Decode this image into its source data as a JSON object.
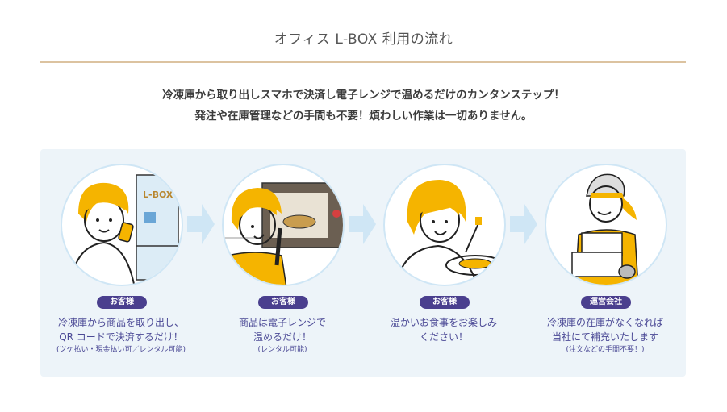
{
  "header": {
    "title": "オフィス L-BOX 利用の流れ"
  },
  "lead": {
    "line1": "冷凍庫から取り出しスマホで決済し電子レンジで温めるだけのカンタンステップ！",
    "line2": "発注や在庫管理などの手間も不要！煩わしい作業は一切ありません。"
  },
  "colors": {
    "accent_rule": "#dcc3a0",
    "panel_bg": "#edf4f9",
    "badge_bg": "#4a3f8e",
    "text_purple": "#4c4a96",
    "arrow": "#cfe6f5",
    "hair_yellow": "#f5b400"
  },
  "steps": [
    {
      "illustration": "woman-paying-with-phone-at-freezer",
      "badge": "お客様",
      "line1": "冷凍庫から商品を取り出し、",
      "line2": "QR コードで決済するだけ！",
      "note": "(ツケ払い・現金払い可／レンタル可能)"
    },
    {
      "illustration": "woman-pointing-at-microwave",
      "badge": "お客様",
      "line1": "商品は電子レンジで",
      "line2": "温めるだけ！",
      "note": "(レンタル可能)"
    },
    {
      "illustration": "woman-eating-pasta",
      "badge": "お客様",
      "line1": "温かいお食事をお楽しみ",
      "line2": "ください！",
      "note": ""
    },
    {
      "illustration": "staff-carrying-boxes",
      "badge": "運営会社",
      "line1": "冷凍庫の在庫がなくなれば",
      "line2": "当社にて補充いたします",
      "note": "(注文などの手間不要！)"
    }
  ]
}
